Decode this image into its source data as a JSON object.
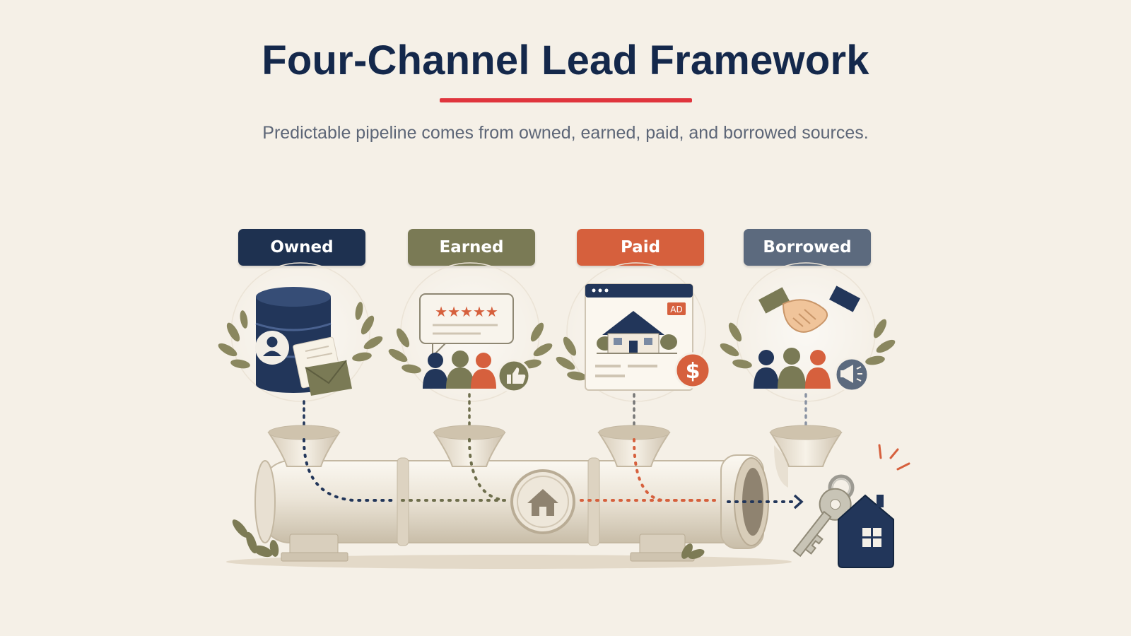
{
  "header": {
    "title": "Four-Channel Lead Framework",
    "subtitle": "Predictable pipeline comes from owned, earned, paid, and borrowed sources."
  },
  "channels": [
    {
      "label": "Owned",
      "color": "#1e3150",
      "icon": "database-contact-icon"
    },
    {
      "label": "Earned",
      "color": "#7a7a55",
      "icon": "review-community-icon"
    },
    {
      "label": "Paid",
      "color": "#d6603d",
      "icon": "ad-listing-icon"
    },
    {
      "label": "Borrowed",
      "color": "#5c6a7e",
      "icon": "partnership-icon"
    }
  ],
  "ad_badge": "AD",
  "dollar_badge": "$",
  "colors": {
    "accent": "#e0353d",
    "navy": "#1e3150",
    "olive": "#7a7a55",
    "orange": "#d6603d",
    "slate": "#5c6a7e",
    "background": "#f5f0e7"
  }
}
